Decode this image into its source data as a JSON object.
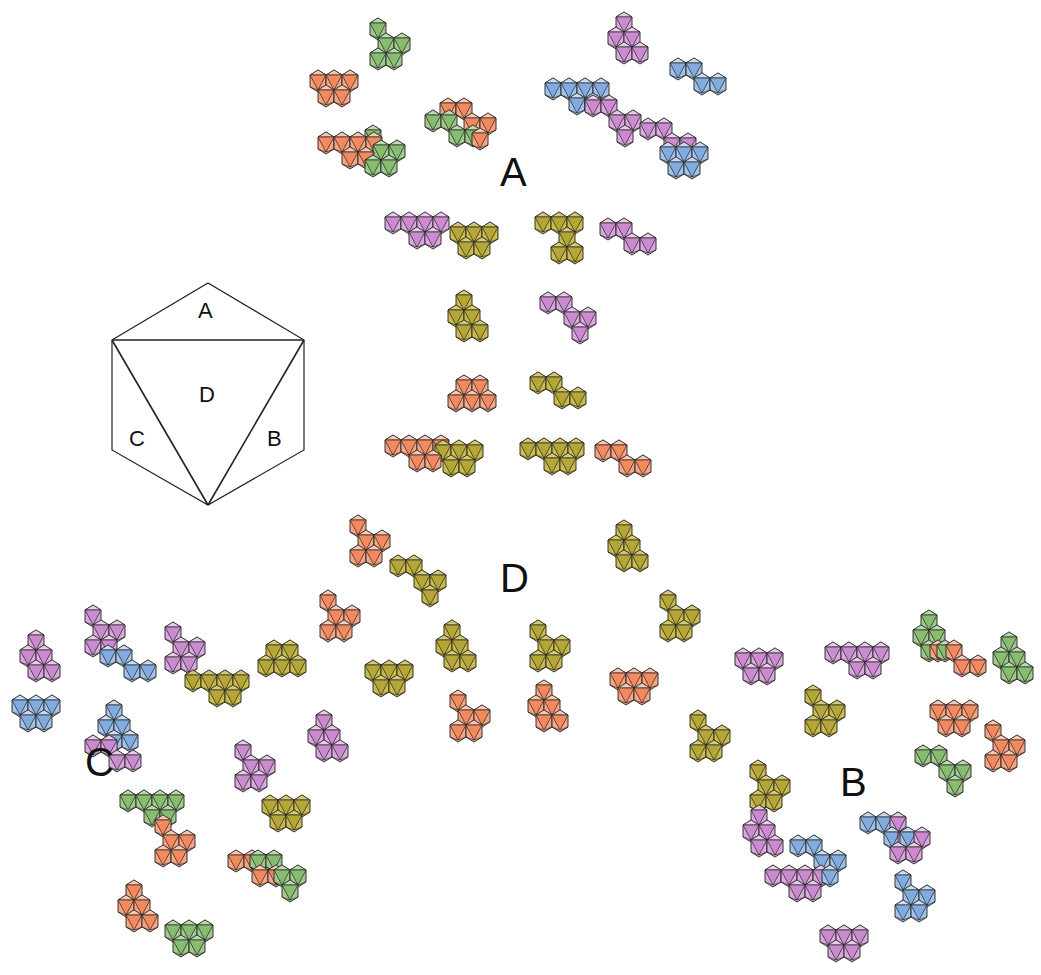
{
  "diagram": {
    "labels": [
      "A",
      "D",
      "C",
      "B",
      "A",
      "D",
      "C",
      "B"
    ]
  }
}
